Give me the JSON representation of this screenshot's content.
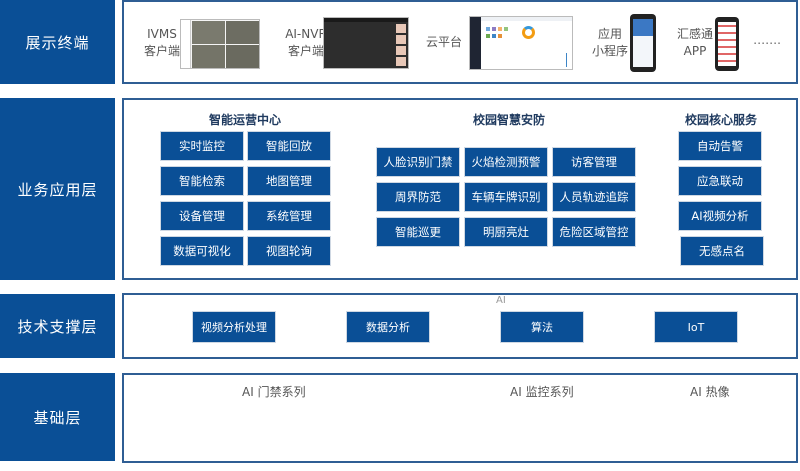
{
  "layers": {
    "display": {
      "label": "展示终端",
      "terminals": [
        {
          "line1": "IVMS",
          "line2": "客户端",
          "icon": "ivms-client-screenshot"
        },
        {
          "line1": "AI-NVR",
          "line2": "客户端",
          "icon": "nvr-client-screenshot"
        },
        {
          "line1": "云平台",
          "line2": "",
          "icon": "cloud-platform-screenshot"
        },
        {
          "line1": "应用",
          "line2": "小程序",
          "icon": "mini-program-phone"
        },
        {
          "line1": "汇感通",
          "line2": "APP",
          "icon": "app-phone"
        }
      ],
      "more": "……."
    },
    "business": {
      "label": "业务应用层",
      "groups": [
        {
          "title": "智能运营中心",
          "items": [
            "实时监控",
            "智能回放",
            "智能检索",
            "地图管理",
            "设备管理",
            "系统管理",
            "数据可视化",
            "视图轮询"
          ]
        },
        {
          "title": "校园智慧安防",
          "items": [
            "人脸识别门禁",
            "火焰检测预警",
            "访客管理",
            "周界防范",
            "车辆车牌识别",
            "人员轨迹追踪",
            "智能巡更",
            "明厨亮灶",
            "危险区域管控"
          ]
        },
        {
          "title": "校园核心服务",
          "items": [
            "自动告警",
            "应急联动",
            "AI视频分析",
            "无感点名"
          ]
        }
      ]
    },
    "tech": {
      "label": "技术支撑层",
      "ai_note": "AI",
      "items": [
        "视频分析处理",
        "数据分析",
        "算法",
        "IoT"
      ]
    },
    "base": {
      "label": "基础层",
      "series": [
        {
          "title": "AI 门禁系列"
        },
        {
          "title": "AI 监控系列"
        },
        {
          "title": "AI 热像"
        }
      ],
      "more": "……."
    }
  },
  "colors": {
    "primary": "#0a4f96",
    "border": "#2f5e94"
  }
}
